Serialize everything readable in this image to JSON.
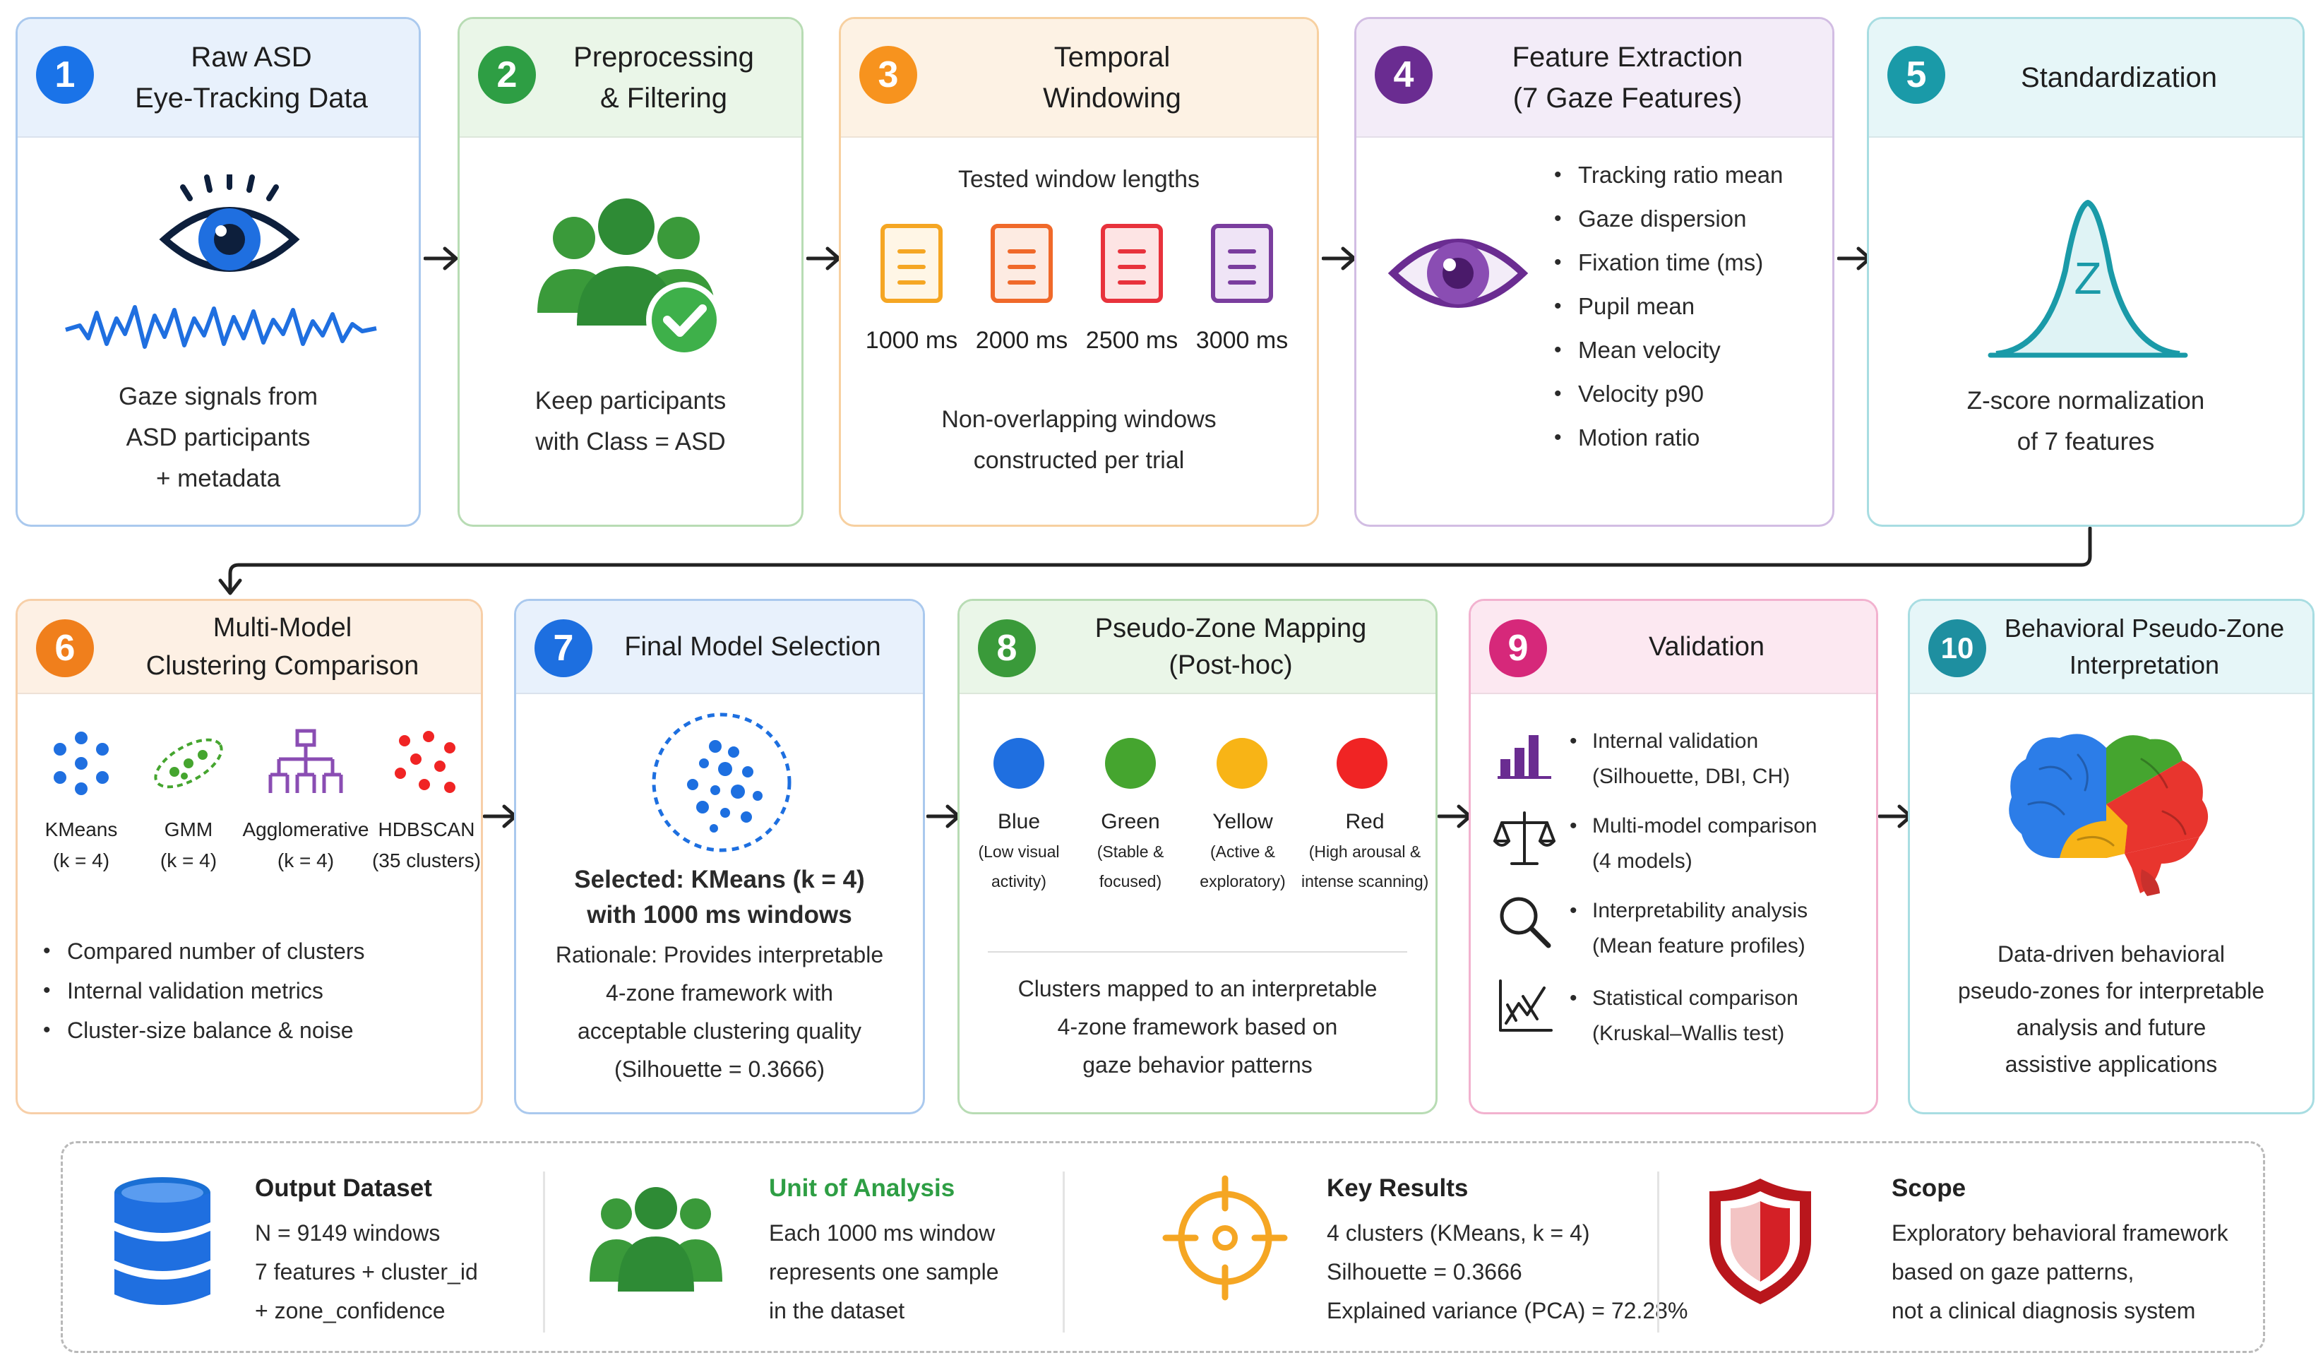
{
  "colors": {
    "blue": "#1a73e8",
    "green": "#2e9e44",
    "orange": "#f7931e",
    "purple": "#6a2c91",
    "teal": "#1a9aa8",
    "orange2": "#f07f1c",
    "blue2": "#1d6fe0",
    "green2": "#3a9a3a",
    "pink": "#d6287a",
    "teal2": "#1e8fa0",
    "arrow": "#222222"
  },
  "steps": [
    {
      "num": "1",
      "title": [
        "Raw ASD",
        "Eye-Tracking Data"
      ],
      "icon": "eye-signal-icon",
      "body": [
        "Gaze signals from",
        "ASD participants",
        "+ metadata"
      ]
    },
    {
      "num": "2",
      "title": [
        "Preprocessing",
        "& Filtering"
      ],
      "icon": "group-check-icon",
      "body": [
        "Keep participants",
        "with Class = ASD"
      ]
    },
    {
      "num": "3",
      "title": [
        "Temporal",
        "Windowing"
      ],
      "icon": "document-icon",
      "subtitle": "Tested window lengths",
      "windows": [
        "1000 ms",
        "2000 ms",
        "2500 ms",
        "3000 ms"
      ],
      "body": [
        "Non-overlapping windows",
        "constructed per trial"
      ]
    },
    {
      "num": "4",
      "title": [
        "Feature Extraction",
        "(7 Gaze Features)"
      ],
      "icon": "eye-icon",
      "features": [
        "Tracking ratio mean",
        "Gaze dispersion",
        "Fixation time (ms)",
        "Pupil mean",
        "Mean velocity",
        "Velocity p90",
        "Motion ratio"
      ]
    },
    {
      "num": "5",
      "title": [
        "Standardization"
      ],
      "icon": "bell-curve-icon",
      "symbol": "Z",
      "body": [
        "Z-score normalization",
        "of 7 features"
      ]
    },
    {
      "num": "6",
      "title": [
        "Multi-Model",
        "Clustering Comparison"
      ],
      "models": [
        {
          "name": "KMeans",
          "param": "(k = 4)",
          "icon": "dots-cluster-icon"
        },
        {
          "name": "GMM",
          "param": "(k = 4)",
          "icon": "ellipse-cluster-icon"
        },
        {
          "name": "Agglomerative",
          "param": "(k = 4)",
          "icon": "dendrogram-icon"
        },
        {
          "name": "HDBSCAN",
          "param": "(35 clusters)",
          "icon": "red-dots-icon"
        }
      ],
      "bullets": [
        "Compared number of clusters",
        "Internal validation metrics",
        "Cluster-size balance & noise"
      ]
    },
    {
      "num": "7",
      "title": [
        "Final Model Selection"
      ],
      "icon": "cluster-circle-icon",
      "selected": [
        "Selected: KMeans (k = 4)",
        "with 1000 ms windows"
      ],
      "body": [
        "Rationale: Provides interpretable",
        "4-zone framework with",
        "acceptable clustering quality",
        "(Silhouette = 0.3666)"
      ]
    },
    {
      "num": "8",
      "title": [
        "Pseudo-Zone Mapping",
        "(Post-hoc)"
      ],
      "zones": [
        {
          "name": "Blue",
          "desc": [
            "(Low visual",
            "activity)"
          ],
          "color": "#1f6fe0"
        },
        {
          "name": "Green",
          "desc": [
            "(Stable &",
            "focused)"
          ],
          "color": "#45a52f"
        },
        {
          "name": "Yellow",
          "desc": [
            "(Active &",
            "exploratory)"
          ],
          "color": "#f8b416"
        },
        {
          "name": "Red",
          "desc": [
            "(High arousal &",
            "intense scanning)"
          ],
          "color": "#f02424"
        }
      ],
      "body": [
        "Clusters mapped to an interpretable",
        "4-zone framework based on",
        "gaze behavior patterns"
      ]
    },
    {
      "num": "9",
      "title": [
        "Validation"
      ],
      "items": [
        {
          "icon": "bar-chart-icon",
          "lines": [
            "Internal validation",
            "(Silhouette, DBI, CH)"
          ]
        },
        {
          "icon": "balance-scale-icon",
          "lines": [
            "Multi-model comparison",
            "(4 models)"
          ]
        },
        {
          "icon": "magnifier-icon",
          "lines": [
            "Interpretability analysis",
            "(Mean feature profiles)"
          ]
        },
        {
          "icon": "line-chart-icon",
          "lines": [
            "Statistical comparison",
            "(Kruskal–Wallis test)"
          ]
        }
      ]
    },
    {
      "num": "10",
      "title": [
        "Behavioral Pseudo-Zone",
        "Interpretation"
      ],
      "icon": "brain-icon",
      "body": [
        "Data-driven behavioral",
        "pseudo-zones for interpretable",
        "analysis and future",
        "assistive applications"
      ]
    }
  ],
  "summary": [
    {
      "title": "Output Dataset",
      "title_color": "#1e1e1e",
      "icon": "database-icon",
      "lines": [
        "N = 9149 windows",
        "7 features + cluster_id",
        "+ zone_confidence"
      ]
    },
    {
      "title": "Unit of Analysis",
      "title_color": "#2e9e44",
      "icon": "people-icon",
      "lines": [
        "Each 1000 ms window",
        "represents one sample",
        "in the dataset"
      ]
    },
    {
      "title": "Key Results",
      "title_color": "#1e1e1e",
      "icon": "target-icon",
      "lines": [
        "4 clusters (KMeans, k = 4)",
        "Silhouette = 0.3666",
        "Explained variance (PCA) = 72.28%"
      ]
    },
    {
      "title": "Scope",
      "title_color": "#1e1e1e",
      "icon": "shield-icon",
      "lines": [
        "Exploratory behavioral framework",
        "based on gaze patterns,",
        "not a clinical diagnosis system"
      ]
    }
  ]
}
